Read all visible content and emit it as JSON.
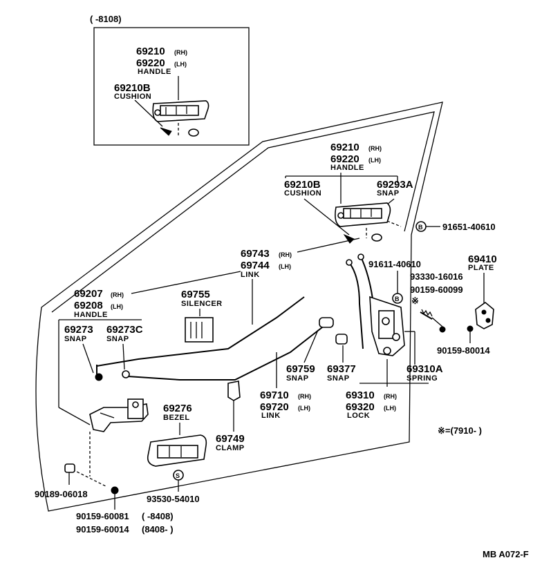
{
  "inset": {
    "date_range": "(        -8108)",
    "handle_rh": "69210",
    "handle_rh_side": "(RH)",
    "handle_lh": "69220",
    "handle_lh_side": "(LH)",
    "handle_name": "HANDLE",
    "cushion_pn": "69210B",
    "cushion_name": "CUSHION"
  },
  "outer_handle": {
    "rh": "69210",
    "rh_side": "(RH)",
    "lh": "69220",
    "lh_side": "(LH)",
    "name": "HANDLE"
  },
  "cushion": {
    "pn": "69210B",
    "name": "CUSHION"
  },
  "snap_69293a": {
    "pn": "69293A",
    "name": "SNAP"
  },
  "ref_91651": {
    "symbol": "B",
    "pn": "91651-40610"
  },
  "ref_91611": {
    "pn": "91611-40610"
  },
  "link_69743": {
    "rh": "69743",
    "rh_side": "(RH)",
    "lh": "69744",
    "lh_side": "(LH)",
    "name": "LINK"
  },
  "plate": {
    "pn": "69410",
    "name": "PLATE"
  },
  "bolt_93330": {
    "pn": "93330-16016"
  },
  "bolt_90159_60099": {
    "pn": "90159-60099",
    "mark": "※"
  },
  "bolt_90159_80014": {
    "pn": "90159-80014"
  },
  "inner_handle": {
    "rh": "69207",
    "rh_side": "(RH)",
    "lh": "69208",
    "lh_side": "(LH)",
    "name": "HANDLE"
  },
  "silencer": {
    "pn": "69755",
    "name": "SILENCER"
  },
  "snap_69273": {
    "pn": "69273",
    "name": "SNAP"
  },
  "snap_69273c": {
    "pn": "69273C",
    "name": "SNAP"
  },
  "snap_69759": {
    "pn": "69759",
    "name": "SNAP"
  },
  "snap_69377": {
    "pn": "69377",
    "name": "SNAP"
  },
  "spring": {
    "pn": "69310A",
    "name": "SPRING"
  },
  "lock": {
    "rh": "69310",
    "rh_side": "(RH)",
    "lh": "69320",
    "lh_side": "(LH)",
    "name": "LOCK"
  },
  "link_69710": {
    "rh": "69710",
    "rh_side": "(RH)",
    "lh": "69720",
    "lh_side": "(LH)",
    "name": "LINK"
  },
  "bezel": {
    "pn": "69276",
    "name": "BEZEL"
  },
  "clamp": {
    "pn": "69749",
    "name": "CLAMP"
  },
  "screw_93530": {
    "symbol": "S",
    "pn": "93530-54010"
  },
  "screw_90189": {
    "pn": "90189-06018"
  },
  "screw_90159_60081": {
    "pn": "90159-60081",
    "date": "(        -8408)"
  },
  "screw_90159_60014": {
    "pn": "90159-60014",
    "date": "(8408-        )"
  },
  "note": {
    "text": "※=(7910-        )"
  },
  "diagram_code": "MB A072-F"
}
